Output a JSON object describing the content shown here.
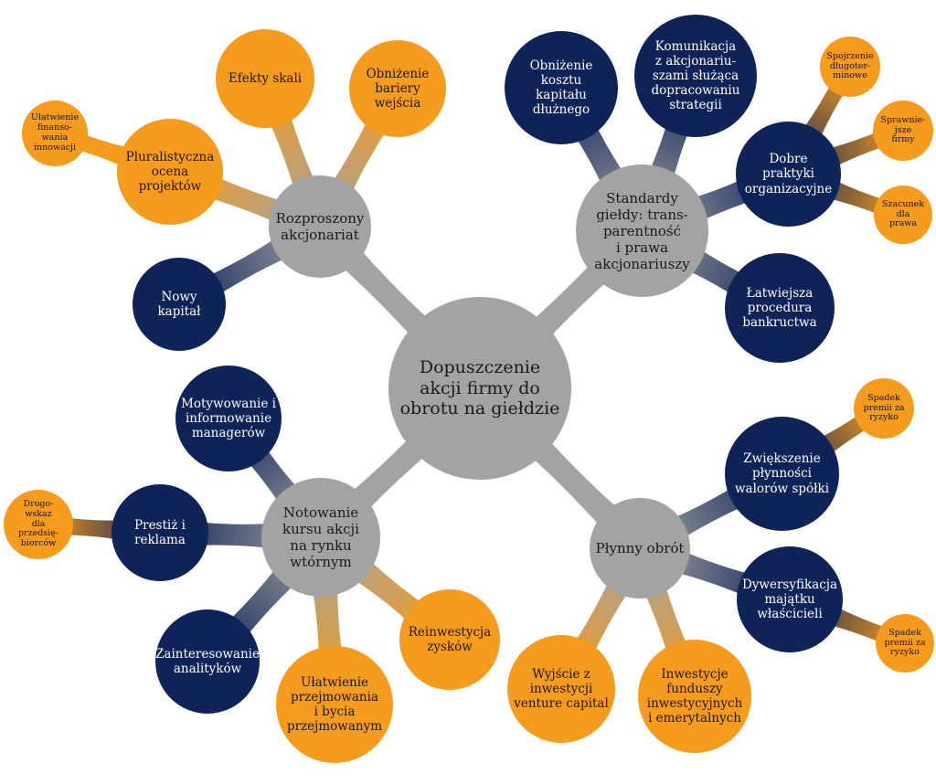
{
  "center": "Dopuszczenie\nakcji firmy do\nobrotu na giełdzie",
  "branches": {
    "rozproszony": "Rozproszony\nakcjonariat",
    "standardy": "Standardy\ngiełdy: trans-\nparentność\ni prawa\nakcjonariuszy",
    "notowanie": "Notowanie\nkursu akcji\nna rynku\nwtórnym",
    "plynny": "Płynny obrót"
  },
  "leaves": {
    "efekty_skali": "Efekty skali",
    "obnizenie_bariery": "Obniżenie\nbariery wejścia",
    "pluralistyczna": "Pluralistyczna\nocena\nprojektów",
    "ulatwienie_finansowania": "Ułatwienie\nfinanso-\nwania\ninnowacji",
    "nowy_kapital": "Nowy kapitał",
    "obnizenie_kosztu": "Obniżenie\nkosztu\nkapitału\ndłużnego",
    "komunikacja": "Komunikacja\nz akcjonariu-\nszami służąca\ndopracowaniu\nstrategii",
    "dobre_praktyki": "Dobre praktyki\norganizacyjne",
    "spojrzenie": "Spojrzenie\ndługoter-\nminowe",
    "sprawniejsze": "Sprawnie-\njsze\nfirmy",
    "szacunek": "Szacunek\ndla\nprawa",
    "latwiejsza": "Łatwiejsza\nprocedura\nbankructwa",
    "motywowanie": "Motywowanie i\ninformowanie\nmanagerów",
    "prestiz": "Prestiż i\nreklama",
    "drogowskaz": "Drogo-\nwskaz\ndla\nprzedsię-\nbiorców",
    "zainteresowanie": "Zainteresowanie\nanalityków",
    "ulatwienie_przejmowania": "Ułatwienie\nprzejmowania\ni bycia\nprzejmowanym",
    "reinwestycja": "Reinwestycja\nzysków",
    "zwiekszenie": "Zwiększenie\npłynności\nwalorów spółki",
    "spadek_1": "Spadek\npremii za\nryzyko",
    "dywersyfikacja": "Dywersyfikacja\nmajątku\nwłaścicieli",
    "spadek_2": "Spadek\npremii za\nryzyko",
    "wyjscie": "Wyjście z\ninwestycji\nventure capital",
    "inwestycje_funduszy": "Inwestycje\nfunduszy\ninwestycyjnych\ni emerytalnych"
  },
  "colors": {
    "gray": "#a3a3a3",
    "navy": "#0e2459",
    "orange": "#f59b1d"
  }
}
